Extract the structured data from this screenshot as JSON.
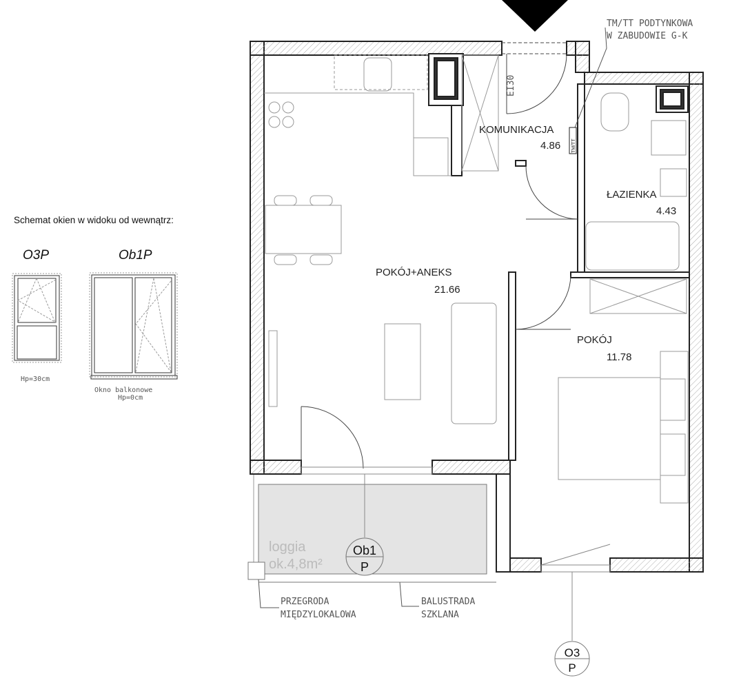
{
  "legend": {
    "heading": "Schemat okien w widoku od wewnątrz:",
    "windows": [
      {
        "code": "O3P",
        "note": "Hp=30cm"
      },
      {
        "code": "Ob1P",
        "note_line1": "Okno balkonowe",
        "note_line2": "Hp=0cm"
      }
    ]
  },
  "plan": {
    "door_label": "EI30",
    "annotation_top_line1": "TM/TT PODTYNKOWA",
    "annotation_top_line2": "W ZABUDOWIE G-K",
    "tm_box": "TM/TT",
    "rooms": [
      {
        "name": "KOMUNIKACJA",
        "area": "4.86"
      },
      {
        "name": "ŁAZIENKA",
        "area": "4.43"
      },
      {
        "name": "POKÓJ+ANEKS",
        "area": "21.66"
      },
      {
        "name": "POKÓJ",
        "area": "11.78"
      }
    ],
    "loggia": {
      "name": "loggia",
      "area": "ok.4,8m²",
      "fill": "#e4e4e4"
    },
    "partition_line1": "PRZEGRODA",
    "partition_line2": "MIĘDZYLOKALOWA",
    "railing_line1": "BALUSTRADA",
    "railing_line2": "SZKLANA",
    "window_tags": [
      {
        "top": "Ob1",
        "bottom": "P"
      },
      {
        "top": "O3",
        "bottom": "P"
      }
    ]
  }
}
